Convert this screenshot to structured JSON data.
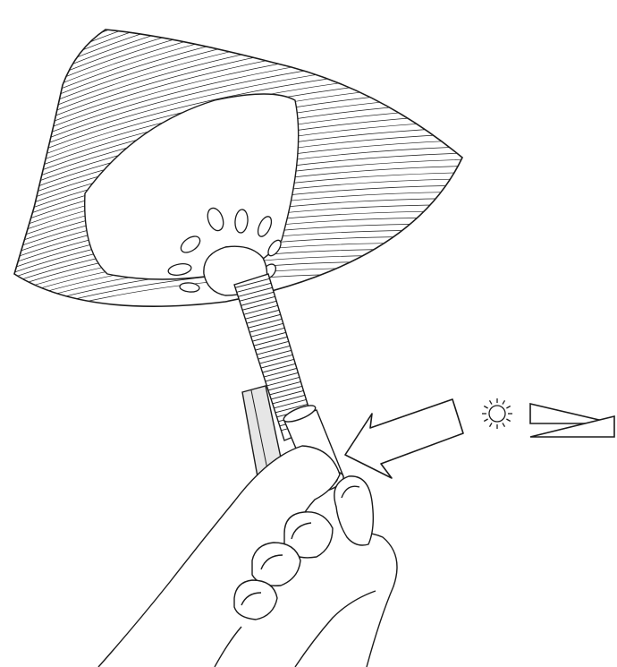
{
  "figure": {
    "type": "instruction-illustration",
    "colors": {
      "line": "#1a1a1a",
      "background": "#ffffff",
      "shade": "#d9d9d9"
    },
    "icons": [
      "lamp-shade",
      "lamp-stem",
      "hand",
      "push-arrow",
      "light-icon",
      "brightness-increase-wedge",
      "brightness-decrease-wedge"
    ]
  }
}
